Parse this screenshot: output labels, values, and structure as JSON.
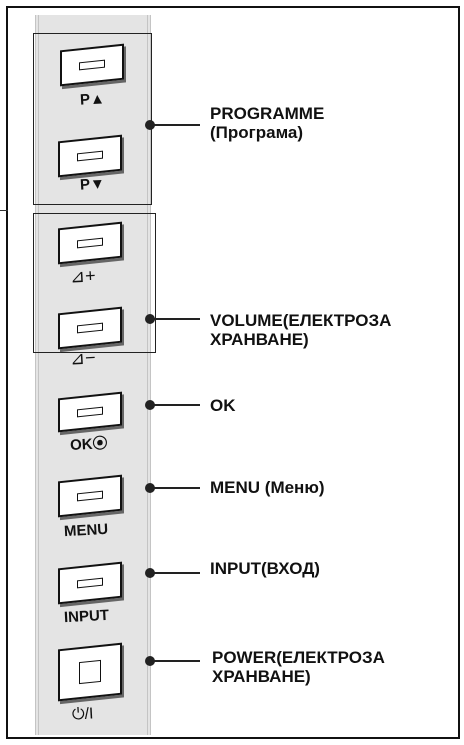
{
  "panel": {
    "buttons": {
      "prog_up": "P▲",
      "prog_down": "P▼",
      "vol_up": "⊿+",
      "vol_down": "⊿−",
      "ok": "OK⦿",
      "menu": "MENU",
      "input": "INPUT",
      "power": "⏻/I"
    }
  },
  "callouts": {
    "programme": [
      "PROGRAMME",
      "(Програма)"
    ],
    "volume": [
      "VOLUME(ЕЛЕКТРОЗА",
      "ХРАНВАНЕ)"
    ],
    "ok": "OK",
    "menu": "MENU (Меню)",
    "input": "INPUT(ВХОД)",
    "power": [
      "POWER(ЕЛЕКТРОЗА",
      "ХРАНВАНЕ)"
    ]
  }
}
